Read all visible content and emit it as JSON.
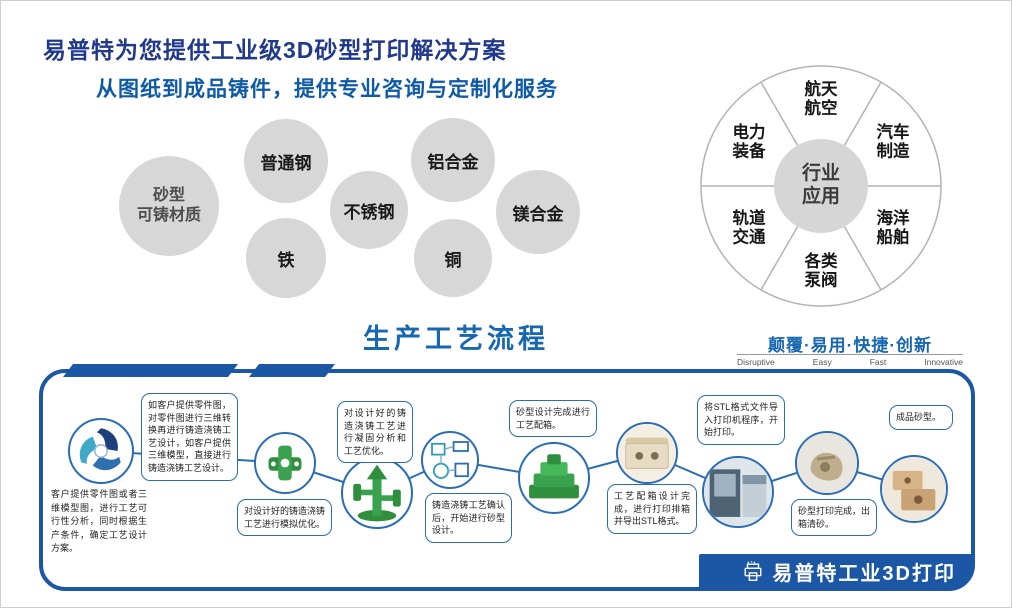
{
  "header": {
    "title": "易普特为您提供工业级3D砂型打印解决方案",
    "subtitle": "从图纸到成品铸件，提供专业咨询与定制化服务"
  },
  "materials": {
    "label_l1": "砂型",
    "label_l2": "可铸材质",
    "items": [
      "普通钢",
      "铁",
      "不锈钢",
      "铝合金",
      "铜",
      "镁合金"
    ]
  },
  "industry": {
    "center_l1": "行业",
    "center_l2": "应用",
    "segments": [
      {
        "l1": "航天",
        "l2": "航空"
      },
      {
        "l1": "汽车",
        "l2": "制造"
      },
      {
        "l1": "海洋",
        "l2": "船舶"
      },
      {
        "l1": "各类",
        "l2": "泵阀"
      },
      {
        "l1": "轨道",
        "l2": "交通"
      },
      {
        "l1": "电力",
        "l2": "装备"
      }
    ]
  },
  "process": {
    "title": "生产工艺流程",
    "slogan": "颠覆·易用·快捷·创新",
    "slogan_en": [
      "Disruptive",
      "Easy",
      "Fast",
      "Innovative"
    ]
  },
  "flow": {
    "top_notes": [
      "如客户提供零件图，对零件图进行三维转换再进行铸造浇铸工艺设计，如客户提供三维模型，直接进行铸造浇铸工艺设计。",
      "对设计好的铸造浇铸工艺进行凝固分析和工艺优化。",
      "砂型设计完成进行工艺配箱。",
      "将STL格式文件导入打印机程序，开始打印。",
      "成品砂型。"
    ],
    "bottom_notes": [
      "客户提供零件图或者三维模型图，进行工艺可行性分析，同时根据生产条件，确定工艺设计方案。",
      "对设计好的铸造浇铸工艺进行模拟优化。",
      "铸造浇铸工艺确认后，开始进行砂型设计。",
      "工艺配箱设计完成，进行打印排箱并导出STL格式。",
      "砂型打印完成，出箱清砂。"
    ]
  },
  "footer": {
    "brand": "易普特工业3D打印"
  },
  "colors": {
    "accent_blue": "#1c57a5",
    "title_navy": "#20398c",
    "subtitle_blue": "#0e5aa7",
    "circle_gray": "#d7d7d7",
    "flow_line_blue": "#2a6db5"
  }
}
